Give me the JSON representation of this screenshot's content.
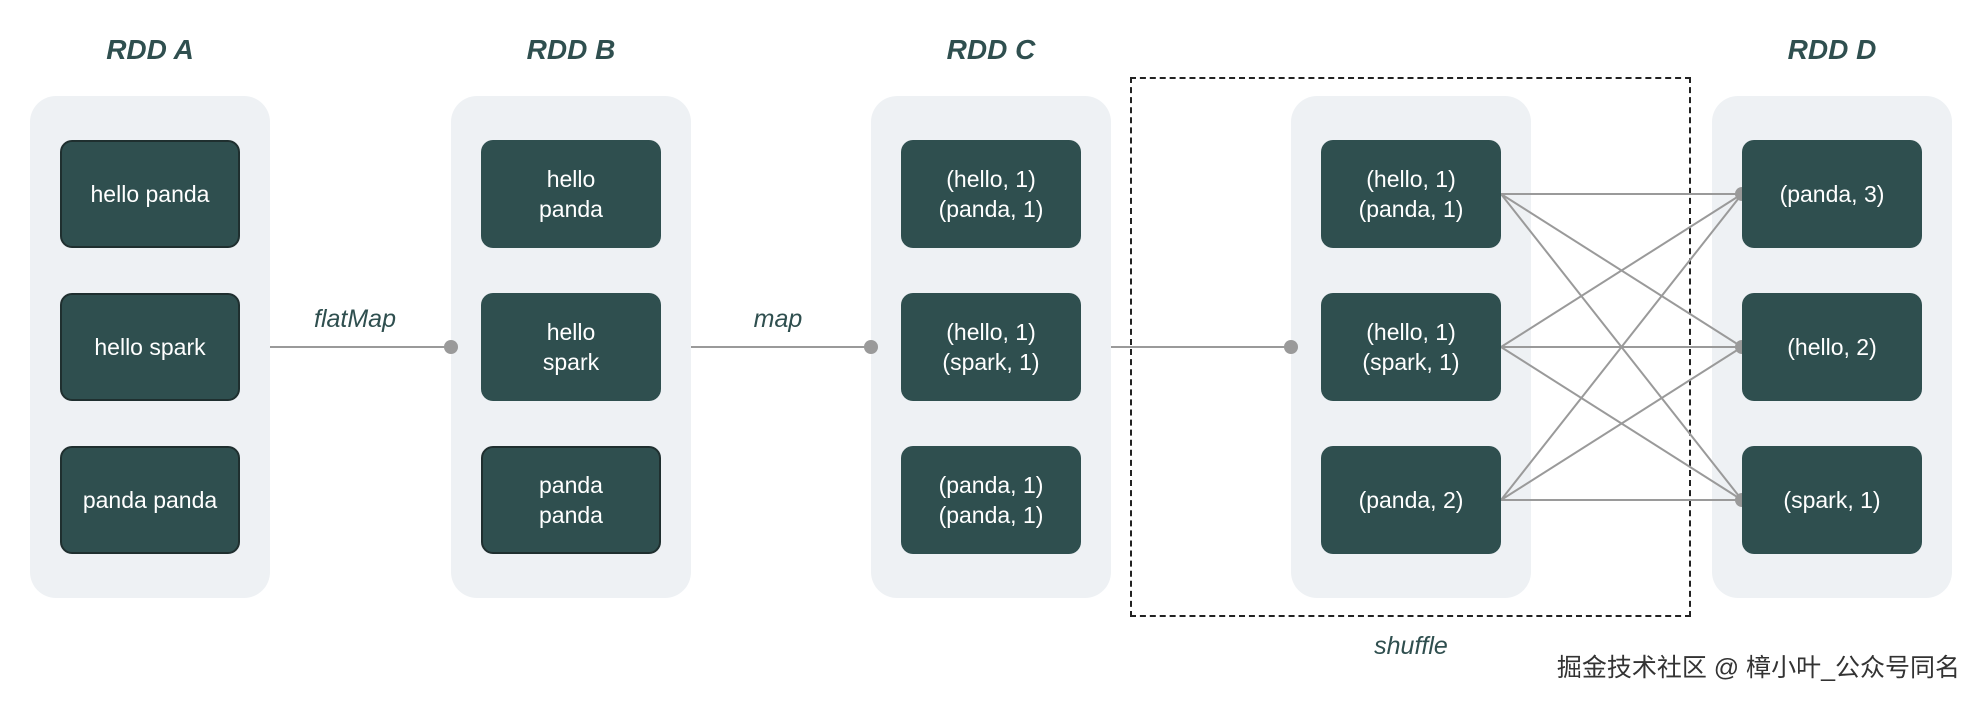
{
  "rdds": [
    {
      "title": "RDD A",
      "items": [
        [
          "hello panda"
        ],
        [
          "hello spark"
        ],
        [
          "panda panda"
        ]
      ]
    },
    {
      "title": "RDD B",
      "items": [
        [
          "hello",
          "panda"
        ],
        [
          "hello",
          "spark"
        ],
        [
          "panda",
          "panda"
        ]
      ]
    },
    {
      "title": "RDD C",
      "items": [
        [
          "(hello, 1)",
          "(panda, 1)"
        ],
        [
          "(hello, 1)",
          "(spark, 1)"
        ],
        [
          "(panda, 1)",
          "(panda, 1)"
        ]
      ]
    },
    {
      "title": "",
      "items": [
        [
          "(hello, 1)",
          "(panda, 1)"
        ],
        [
          "(hello, 1)",
          "(spark, 1)"
        ],
        [
          "(panda, 2)"
        ]
      ]
    },
    {
      "title": "RDD D",
      "items": [
        [
          "(panda, 3)"
        ],
        [
          "(hello, 2)"
        ],
        [
          "(spark, 1)"
        ]
      ]
    }
  ],
  "operations": {
    "flatmap": "flatMap",
    "map": "map",
    "shuffle": "shuffle"
  },
  "watermark": "掘金技术社区 @ 樟小叶_公众号同名",
  "colors": {
    "node": "#2f4f4f",
    "panel": "#eef1f4",
    "connector": "#9a9a9a",
    "title": "#2f4f4f"
  }
}
